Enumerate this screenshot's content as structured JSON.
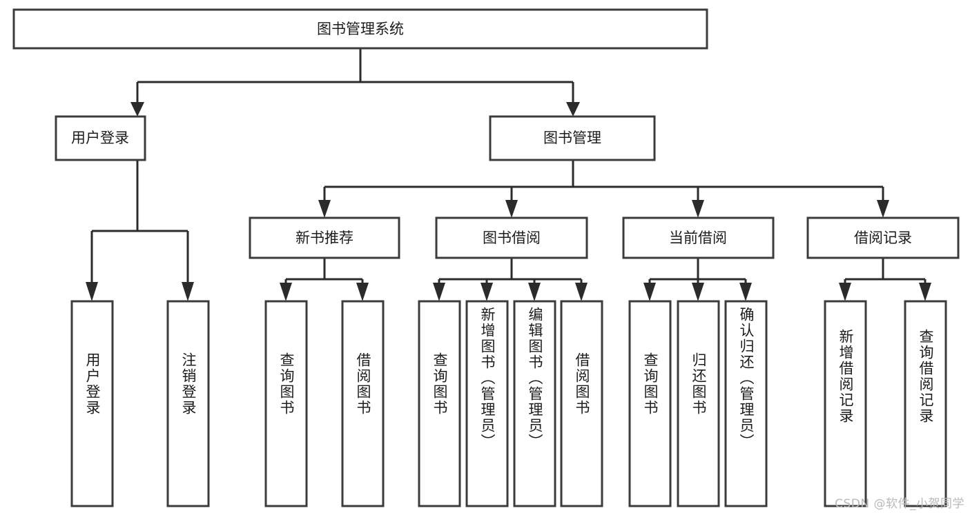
{
  "diagram": {
    "type": "tree",
    "title": "图书管理系统",
    "orientation": "top-down",
    "colors": {
      "box_fill": "#ffffff",
      "box_stroke": "#3b3b3b",
      "connector": "#2b2b2b",
      "text": "#1c1c1c",
      "watermark": "#b9b9b9",
      "background": "#ffffff"
    },
    "root": {
      "id": "root",
      "label": "图书管理系统",
      "orientation": "horizontal"
    },
    "level2": [
      {
        "id": "user-login",
        "label": "用户登录",
        "orientation": "horizontal"
      },
      {
        "id": "book-manage",
        "label": "图书管理",
        "orientation": "horizontal"
      }
    ],
    "level3": [
      {
        "id": "new-book-rec",
        "label": "新书推荐",
        "orientation": "horizontal",
        "parent": "book-manage"
      },
      {
        "id": "book-borrow",
        "label": "图书借阅",
        "orientation": "horizontal",
        "parent": "book-manage"
      },
      {
        "id": "current-borrow",
        "label": "当前借阅",
        "orientation": "horizontal",
        "parent": "book-manage"
      },
      {
        "id": "borrow-record",
        "label": "借阅记录",
        "orientation": "horizontal",
        "parent": "book-manage"
      }
    ],
    "leaves": {
      "user-login": [
        {
          "id": "leaf-user-login",
          "label": "用户登录",
          "orientation": "vertical"
        },
        {
          "id": "leaf-user-logout",
          "label": "注销登录",
          "orientation": "vertical"
        }
      ],
      "new-book-rec": [
        {
          "id": "leaf-query-book-1",
          "label": "查询图书",
          "orientation": "vertical"
        },
        {
          "id": "leaf-borrow-book-1",
          "label": "借阅图书",
          "orientation": "vertical"
        }
      ],
      "book-borrow": [
        {
          "id": "leaf-query-book-2",
          "label": "查询图书",
          "orientation": "vertical"
        },
        {
          "id": "leaf-add-book",
          "label": "新增图书（管理员）",
          "orientation": "vertical"
        },
        {
          "id": "leaf-edit-book",
          "label": "编辑图书（管理员）",
          "orientation": "vertical"
        },
        {
          "id": "leaf-borrow-book-2",
          "label": "借阅图书",
          "orientation": "vertical"
        }
      ],
      "current-borrow": [
        {
          "id": "leaf-query-book-3",
          "label": "查询图书",
          "orientation": "vertical"
        },
        {
          "id": "leaf-return-book",
          "label": "归还图书",
          "orientation": "vertical"
        },
        {
          "id": "leaf-confirm-return",
          "label": "确认归还（管理员）",
          "orientation": "vertical"
        }
      ],
      "borrow-record": [
        {
          "id": "leaf-add-record",
          "label": "新增借阅记录",
          "orientation": "vertical"
        },
        {
          "id": "leaf-query-record",
          "label": "查询借阅记录",
          "orientation": "vertical"
        }
      ]
    }
  },
  "watermark": {
    "text": "CSDN @软件_小贺同学"
  }
}
